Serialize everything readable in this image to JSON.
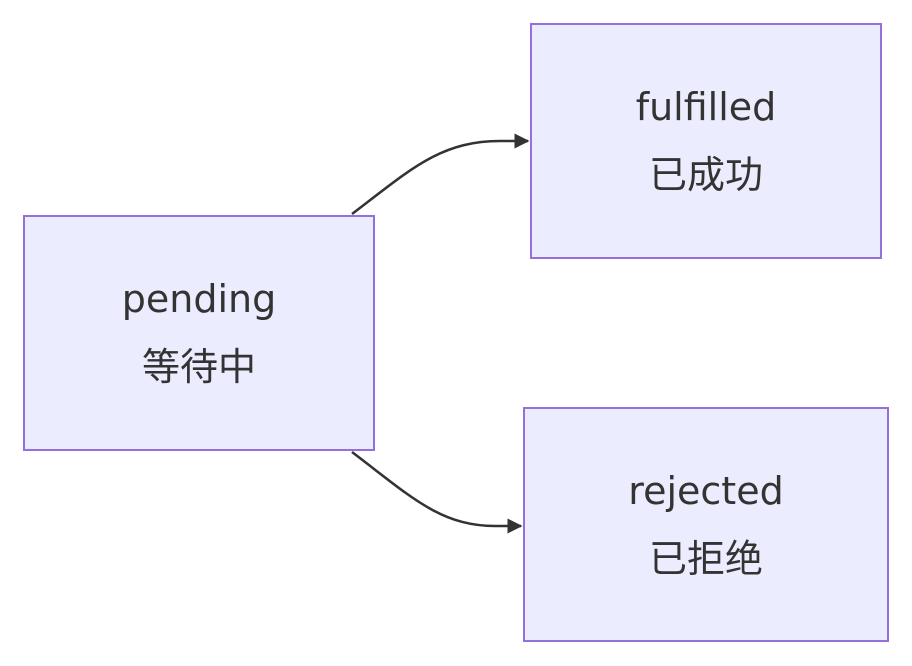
{
  "colors": {
    "node_fill": "#ECECFF",
    "node_border": "#9370DB",
    "text": "#333333",
    "edge": "#333333"
  },
  "nodes": {
    "pending": {
      "line1": "pending",
      "line2": "等待中"
    },
    "fulfilled": {
      "line1": "fulfilled",
      "line2": "已成功"
    },
    "rejected": {
      "line1": "rejected",
      "line2": "已拒绝"
    }
  },
  "edges": [
    {
      "from": "pending",
      "to": "fulfilled"
    },
    {
      "from": "pending",
      "to": "rejected"
    }
  ]
}
